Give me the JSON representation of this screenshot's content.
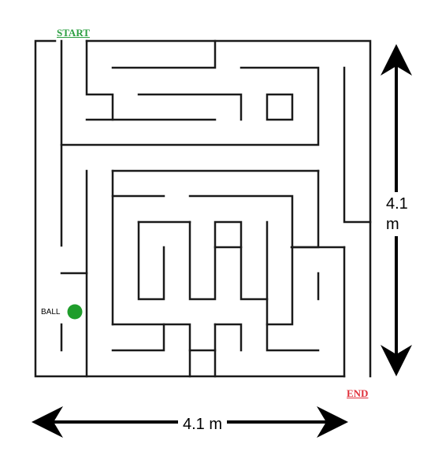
{
  "labels": {
    "start": "START",
    "end": "END",
    "ball": "BALL",
    "width_dimension": "4.1 m",
    "height_dimension_value": "4.1",
    "height_dimension_unit": "m"
  },
  "colors": {
    "start": "#2ea043",
    "end": "#e0303a",
    "ball": "#1f9d2b",
    "walls": "#1a1a1a"
  },
  "icons": [
    "maze",
    "ball",
    "double-arrow-horizontal",
    "double-arrow-vertical"
  ]
}
